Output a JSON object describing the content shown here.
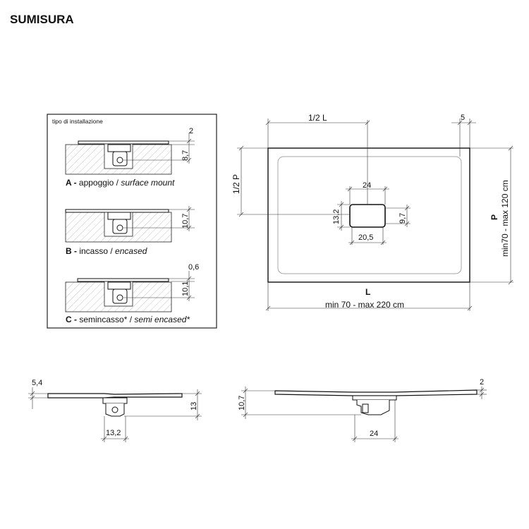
{
  "title": "SUMISURA",
  "installation_box": {
    "heading": "tipo di installazione",
    "a": {
      "code": "A",
      "dash": " - ",
      "it": "appoggio",
      "sep": " / ",
      "en": "surface mount",
      "dim_top": "2",
      "dim_side": "8,7"
    },
    "b": {
      "code": "B",
      "dash": " - ",
      "it": "incasso",
      "sep": " / ",
      "en": "encased",
      "dim_side": "10,7"
    },
    "c": {
      "code": "C",
      "dash": " - ",
      "it": "semincasso*",
      "sep": " / ",
      "en": "semi encased*",
      "dim_top": "0,6",
      "dim_side": "10,1"
    }
  },
  "plan_view": {
    "half_l": "1/2 L",
    "half_p": "1/2 P",
    "border": "5",
    "drain_width_top": "24",
    "drain_width_bottom": "20,5",
    "drain_depth_left": "13,2",
    "drain_depth_right": "9,7",
    "l_label": "L",
    "l_range": "min 70 - max 220 cm",
    "p_label": "P",
    "p_range": "min70 - max 120 cm"
  },
  "section_left": {
    "thickness": "5,4",
    "height": "13",
    "drain_width": "13,2"
  },
  "section_right": {
    "height": "10,7",
    "edge": "2",
    "drain_width": "24"
  }
}
